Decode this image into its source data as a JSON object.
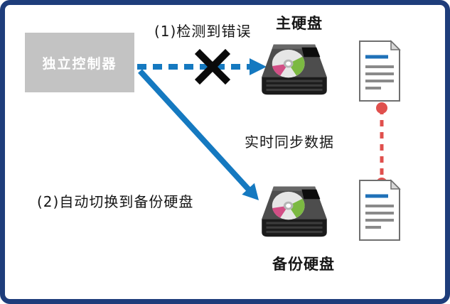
{
  "diagram": {
    "controller_label": "独立控制器",
    "step1_label": "(1)检测到错误",
    "primary_disk_label": "主硬盘",
    "sync_label": "实时同步数据",
    "step2_label": "(2)自动切换到备份硬盘",
    "backup_disk_label": "备份硬盘",
    "icons": {
      "primary_disk": "hard-disk-icon",
      "backup_disk": "hard-disk-icon",
      "top_document": "document-icon",
      "bottom_document": "document-icon",
      "error_mark": "x-cross-icon"
    }
  },
  "colors": {
    "frame_navy": "#1e3d7b",
    "arrow_blue": "#1579c0",
    "sync_red": "#e0504d",
    "controller_gray": "#c3c3c3",
    "text_black": "#161616",
    "heading_blue": "#1f71b8"
  }
}
